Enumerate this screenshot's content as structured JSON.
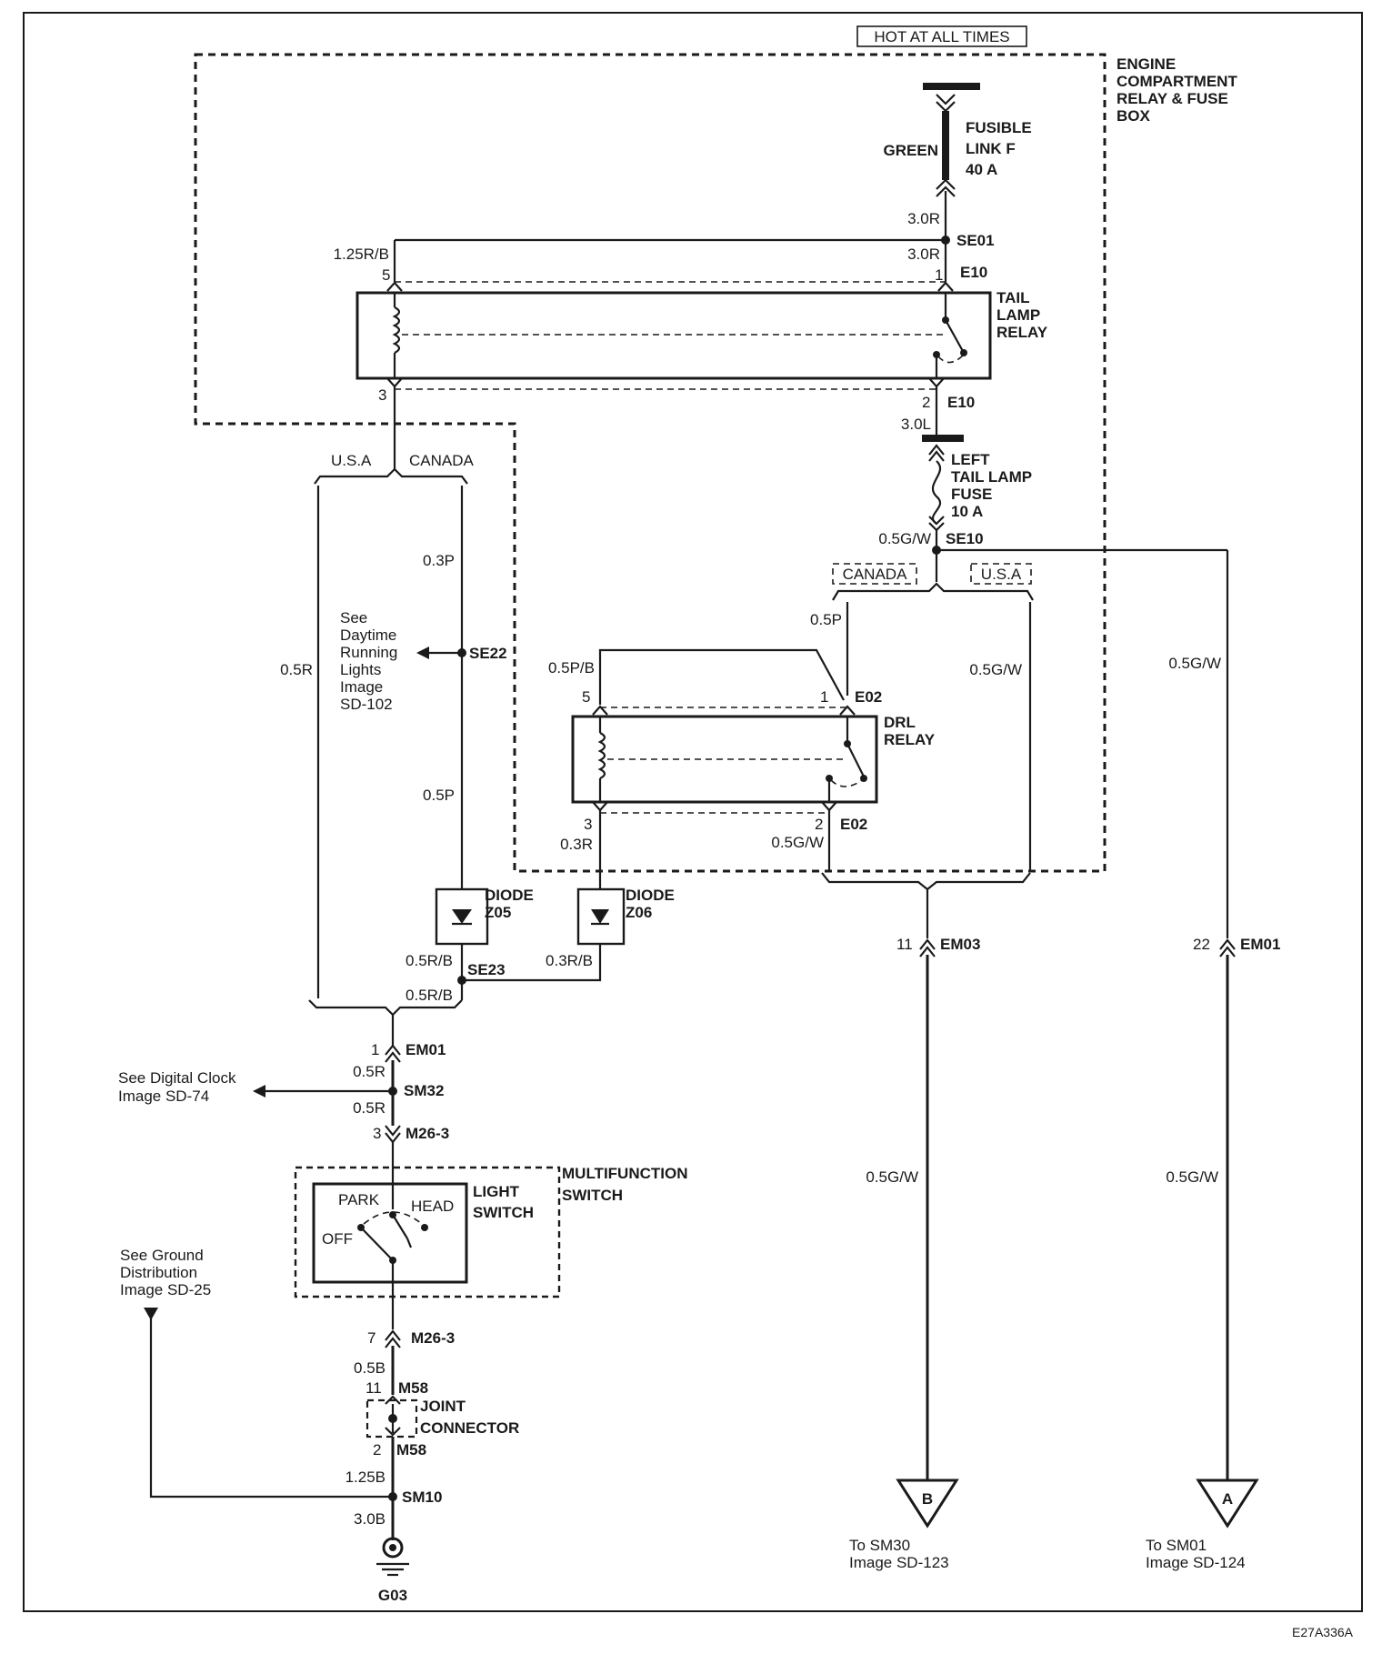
{
  "top_feed": "HOT AT ALL TIMES",
  "box_title": [
    "ENGINE",
    "COMPARTMENT",
    "RELAY & FUSE",
    "BOX"
  ],
  "fusible_link": {
    "color": "GREEN",
    "name": [
      "FUSIBLE",
      "LINK F",
      "40 A"
    ]
  },
  "tail_relay": {
    "name": [
      "TAIL",
      "LAMP",
      "RELAY"
    ]
  },
  "tail_fuse": {
    "name": [
      "LEFT",
      "TAIL LAMP",
      "FUSE",
      "10 A"
    ]
  },
  "drl_relay": {
    "name": [
      "DRL",
      "RELAY"
    ]
  },
  "diodes": [
    {
      "name": [
        "DIODE",
        "Z05"
      ]
    },
    {
      "name": [
        "DIODE",
        "Z06"
      ]
    }
  ],
  "regions": {
    "usa": "U.S.A",
    "canada": "CANADA"
  },
  "wires": {
    "w30R_a": "3.0R",
    "w30R_b": "3.0R",
    "w125RB": "1.25R/B",
    "w30L": "3.0L",
    "w05GW_se10": "0.5G/W",
    "w03P": "0.3P",
    "w05R": "0.5R",
    "w05P_left": "0.5P",
    "w05P_drl": "0.5P",
    "w05PB": "0.5P/B",
    "w05GW_mid": "0.5G/W",
    "w05GW_right": "0.5G/W",
    "w03R": "0.3R",
    "w05GW_e02": "0.5G/W",
    "w05RB_a": "0.5R/B",
    "w03RB": "0.3R/B",
    "w05RB_b": "0.5R/B",
    "w05R_sm32a": "0.5R",
    "w05R_sm32b": "0.5R",
    "w05B": "0.5B",
    "w125B": "1.25B",
    "w30B": "3.0B",
    "w05GW_b": "0.5G/W",
    "w05GW_a": "0.5G/W"
  },
  "splices": {
    "se01": "SE01",
    "se10": "SE10",
    "se22": "SE22",
    "se23": "SE23",
    "sm32": "SM32",
    "sm10": "SM10"
  },
  "connectors": {
    "e10_top": {
      "pin": "1",
      "id": "E10"
    },
    "tail_pin5": "5",
    "tail_pin3": "3",
    "e10_bot": {
      "pin": "2",
      "id": "E10"
    },
    "e02_top": {
      "pin": "1",
      "id": "E02"
    },
    "drl_pin5": "5",
    "drl_pin3": "3",
    "e02_bot": {
      "pin": "2",
      "id": "E02"
    },
    "em01_left": {
      "pin": "1",
      "id": "EM01"
    },
    "m26_top": {
      "pin": "3",
      "id": "M26-3"
    },
    "m26_bot": {
      "pin": "7",
      "id": "M26-3"
    },
    "m58_top": {
      "pin": "11",
      "id": "M58"
    },
    "m58_bot": {
      "pin": "2",
      "id": "M58"
    },
    "em03": {
      "pin": "11",
      "id": "EM03"
    },
    "em01_right": {
      "pin": "22",
      "id": "EM01"
    }
  },
  "refs": {
    "drl_ref": [
      "See",
      "Daytime",
      "Running",
      "Lights",
      "Image",
      "SD-102"
    ],
    "clock_ref": [
      "See Digital Clock",
      "Image  SD-74"
    ],
    "ground_ref": [
      "See Ground",
      "Distribution",
      "Image SD-25"
    ]
  },
  "switch": {
    "component": [
      "LIGHT",
      "SWITCH"
    ],
    "assembly": [
      "MULTIFUNCTION",
      "SWITCH"
    ],
    "positions": {
      "off": "OFF",
      "park": "PARK",
      "head": "HEAD"
    }
  },
  "joint_connector": [
    "JOINT",
    "CONNECTOR"
  ],
  "ground": "G03",
  "offpage": [
    {
      "letter": "B",
      "label": [
        "To SM30",
        "Image   SD-123"
      ]
    },
    {
      "letter": "A",
      "label": [
        "To SM01",
        "Image   SD-124"
      ]
    }
  ],
  "figure_code": "E27A336A"
}
